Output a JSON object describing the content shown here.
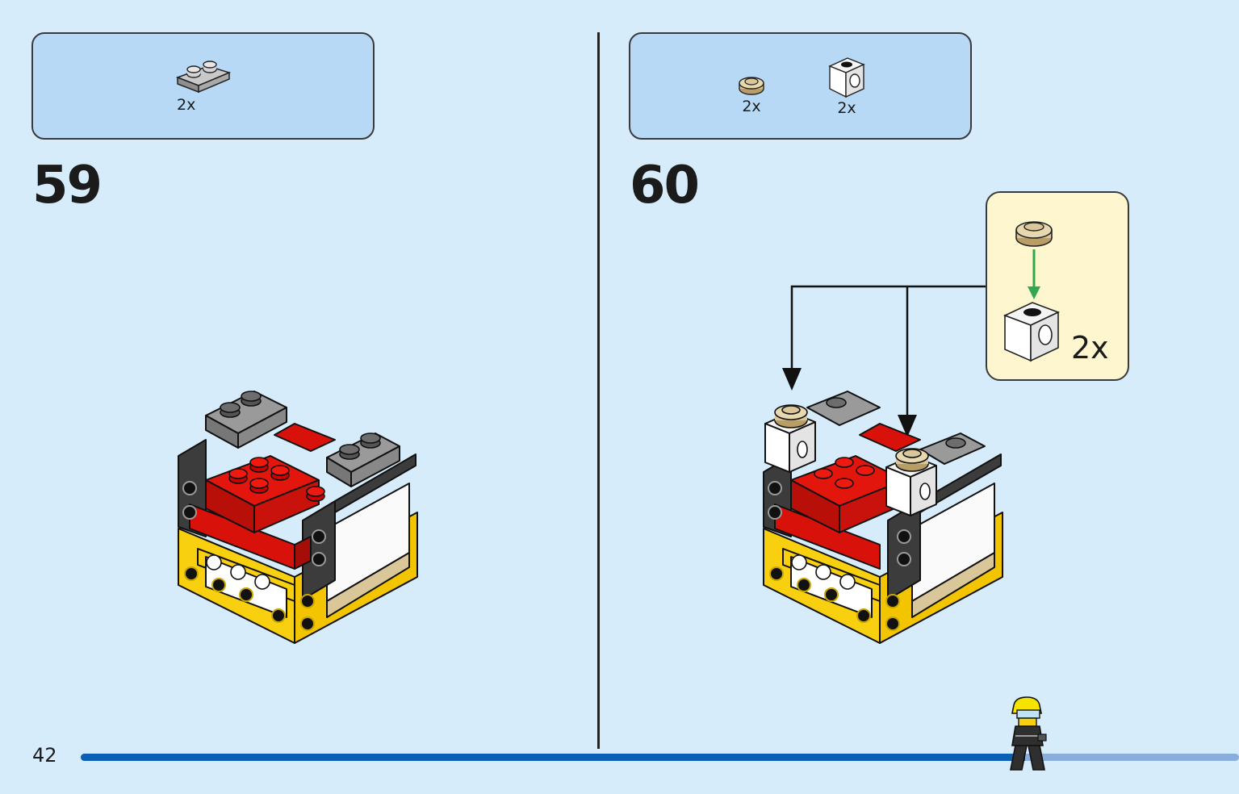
{
  "page": {
    "number": "42"
  },
  "progress": {
    "fraction": 0.815
  },
  "steps": [
    {
      "number": "59",
      "parts": [
        {
          "icon": "gray-plate-1x2-icon",
          "qty": "2x"
        }
      ]
    },
    {
      "number": "60",
      "parts": [
        {
          "icon": "tan-round-tile-icon",
          "qty": "2x"
        },
        {
          "icon": "white-brick-with-hole-icon",
          "qty": "2x"
        }
      ],
      "callout": {
        "qty": "2x"
      }
    }
  ],
  "colors": {
    "background": "#d6ecfb",
    "parts_box": "#b7d9f5",
    "callout": "#fdf6cf",
    "arrow_green": "#2fa84f",
    "progress": "#0b5fb5",
    "brick_red": "#d8120b",
    "brick_yellow": "#f8d010",
    "brick_dark_gray": "#3c3c3c",
    "brick_gray": "#9a9a9a",
    "brick_tan": "#d9c79a"
  }
}
